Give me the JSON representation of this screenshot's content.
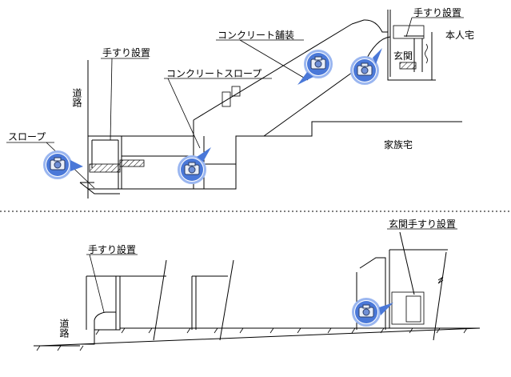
{
  "labels": {
    "concrete_paving": "コンクリート舗装",
    "handrail_top_right": "手すり設置",
    "main_house": "本人宅",
    "entrance_top": "玄関",
    "handrail_top_left": "手すり設置",
    "concrete_slope": "コンクリートスロープ",
    "road_top": "道路",
    "slope": "スロープ",
    "family_house": "家族宅",
    "handrail_bottom_left": "手すり設置",
    "road_bottom": "道路",
    "entrance_handrail": "玄関手すり設置"
  },
  "icons": [
    "camera-icon"
  ],
  "colors": {
    "camera_badge": "#4a78d8",
    "camera_ring": "#9ab6f0",
    "line": "#000000"
  }
}
